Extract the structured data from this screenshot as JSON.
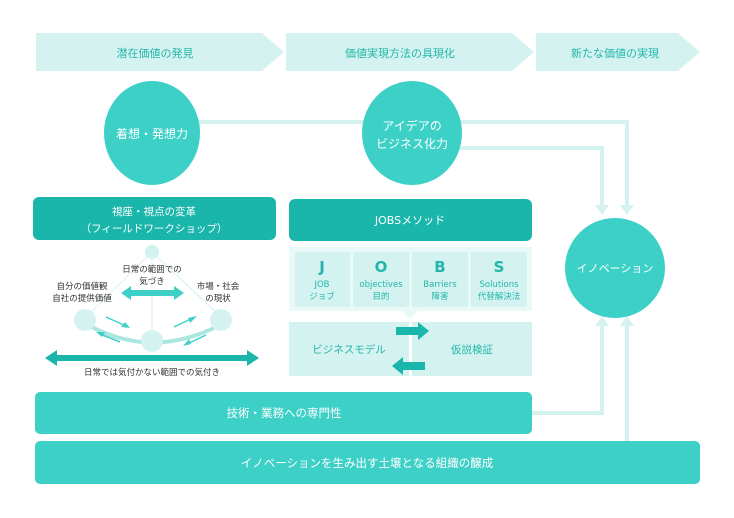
{
  "colors": {
    "dark_teal": "#1bb6ab",
    "teal": "#3dd0c7",
    "light": "#d4f3f0",
    "pale": "#e9f9f7",
    "line": "#d4f3f0"
  },
  "phases": [
    "潜在価値の発見",
    "価値実現方法の具現化",
    "新たな価値の実現"
  ],
  "circles": {
    "ideation": "着想・発想力",
    "business_line1": "アイデアの",
    "business_line2": "ビジネス化力",
    "innovation": "イノベーション"
  },
  "fieldwork": {
    "title_line1": "視座・視点の変革",
    "title_line2": "（フィールドワークショップ）",
    "top_label_line1": "日常の範囲での",
    "top_label_line2": "気づき",
    "left_label_line1": "自分の価値観",
    "left_label_line2": "自社の提供価値",
    "right_label_line1": "市場・社会",
    "right_label_line2": "の現状",
    "bottom_label": "日常では気付かない範囲での気付き"
  },
  "jobs": {
    "title": "JOBSメソッド",
    "items": [
      {
        "letter": "J",
        "en": "JOB",
        "ja": "ジョブ"
      },
      {
        "letter": "O",
        "en": "objectives",
        "ja": "目的"
      },
      {
        "letter": "B",
        "en": "Barriers",
        "ja": "障害"
      },
      {
        "letter": "S",
        "en": "Solutions",
        "ja": "代替解決法"
      }
    ],
    "business_model": "ビジネスモデル",
    "hypothesis": "仮説検証"
  },
  "expertise": "技術・業務への専門性",
  "culture": "イノベーションを生み出す土壌となる組織の醸成"
}
